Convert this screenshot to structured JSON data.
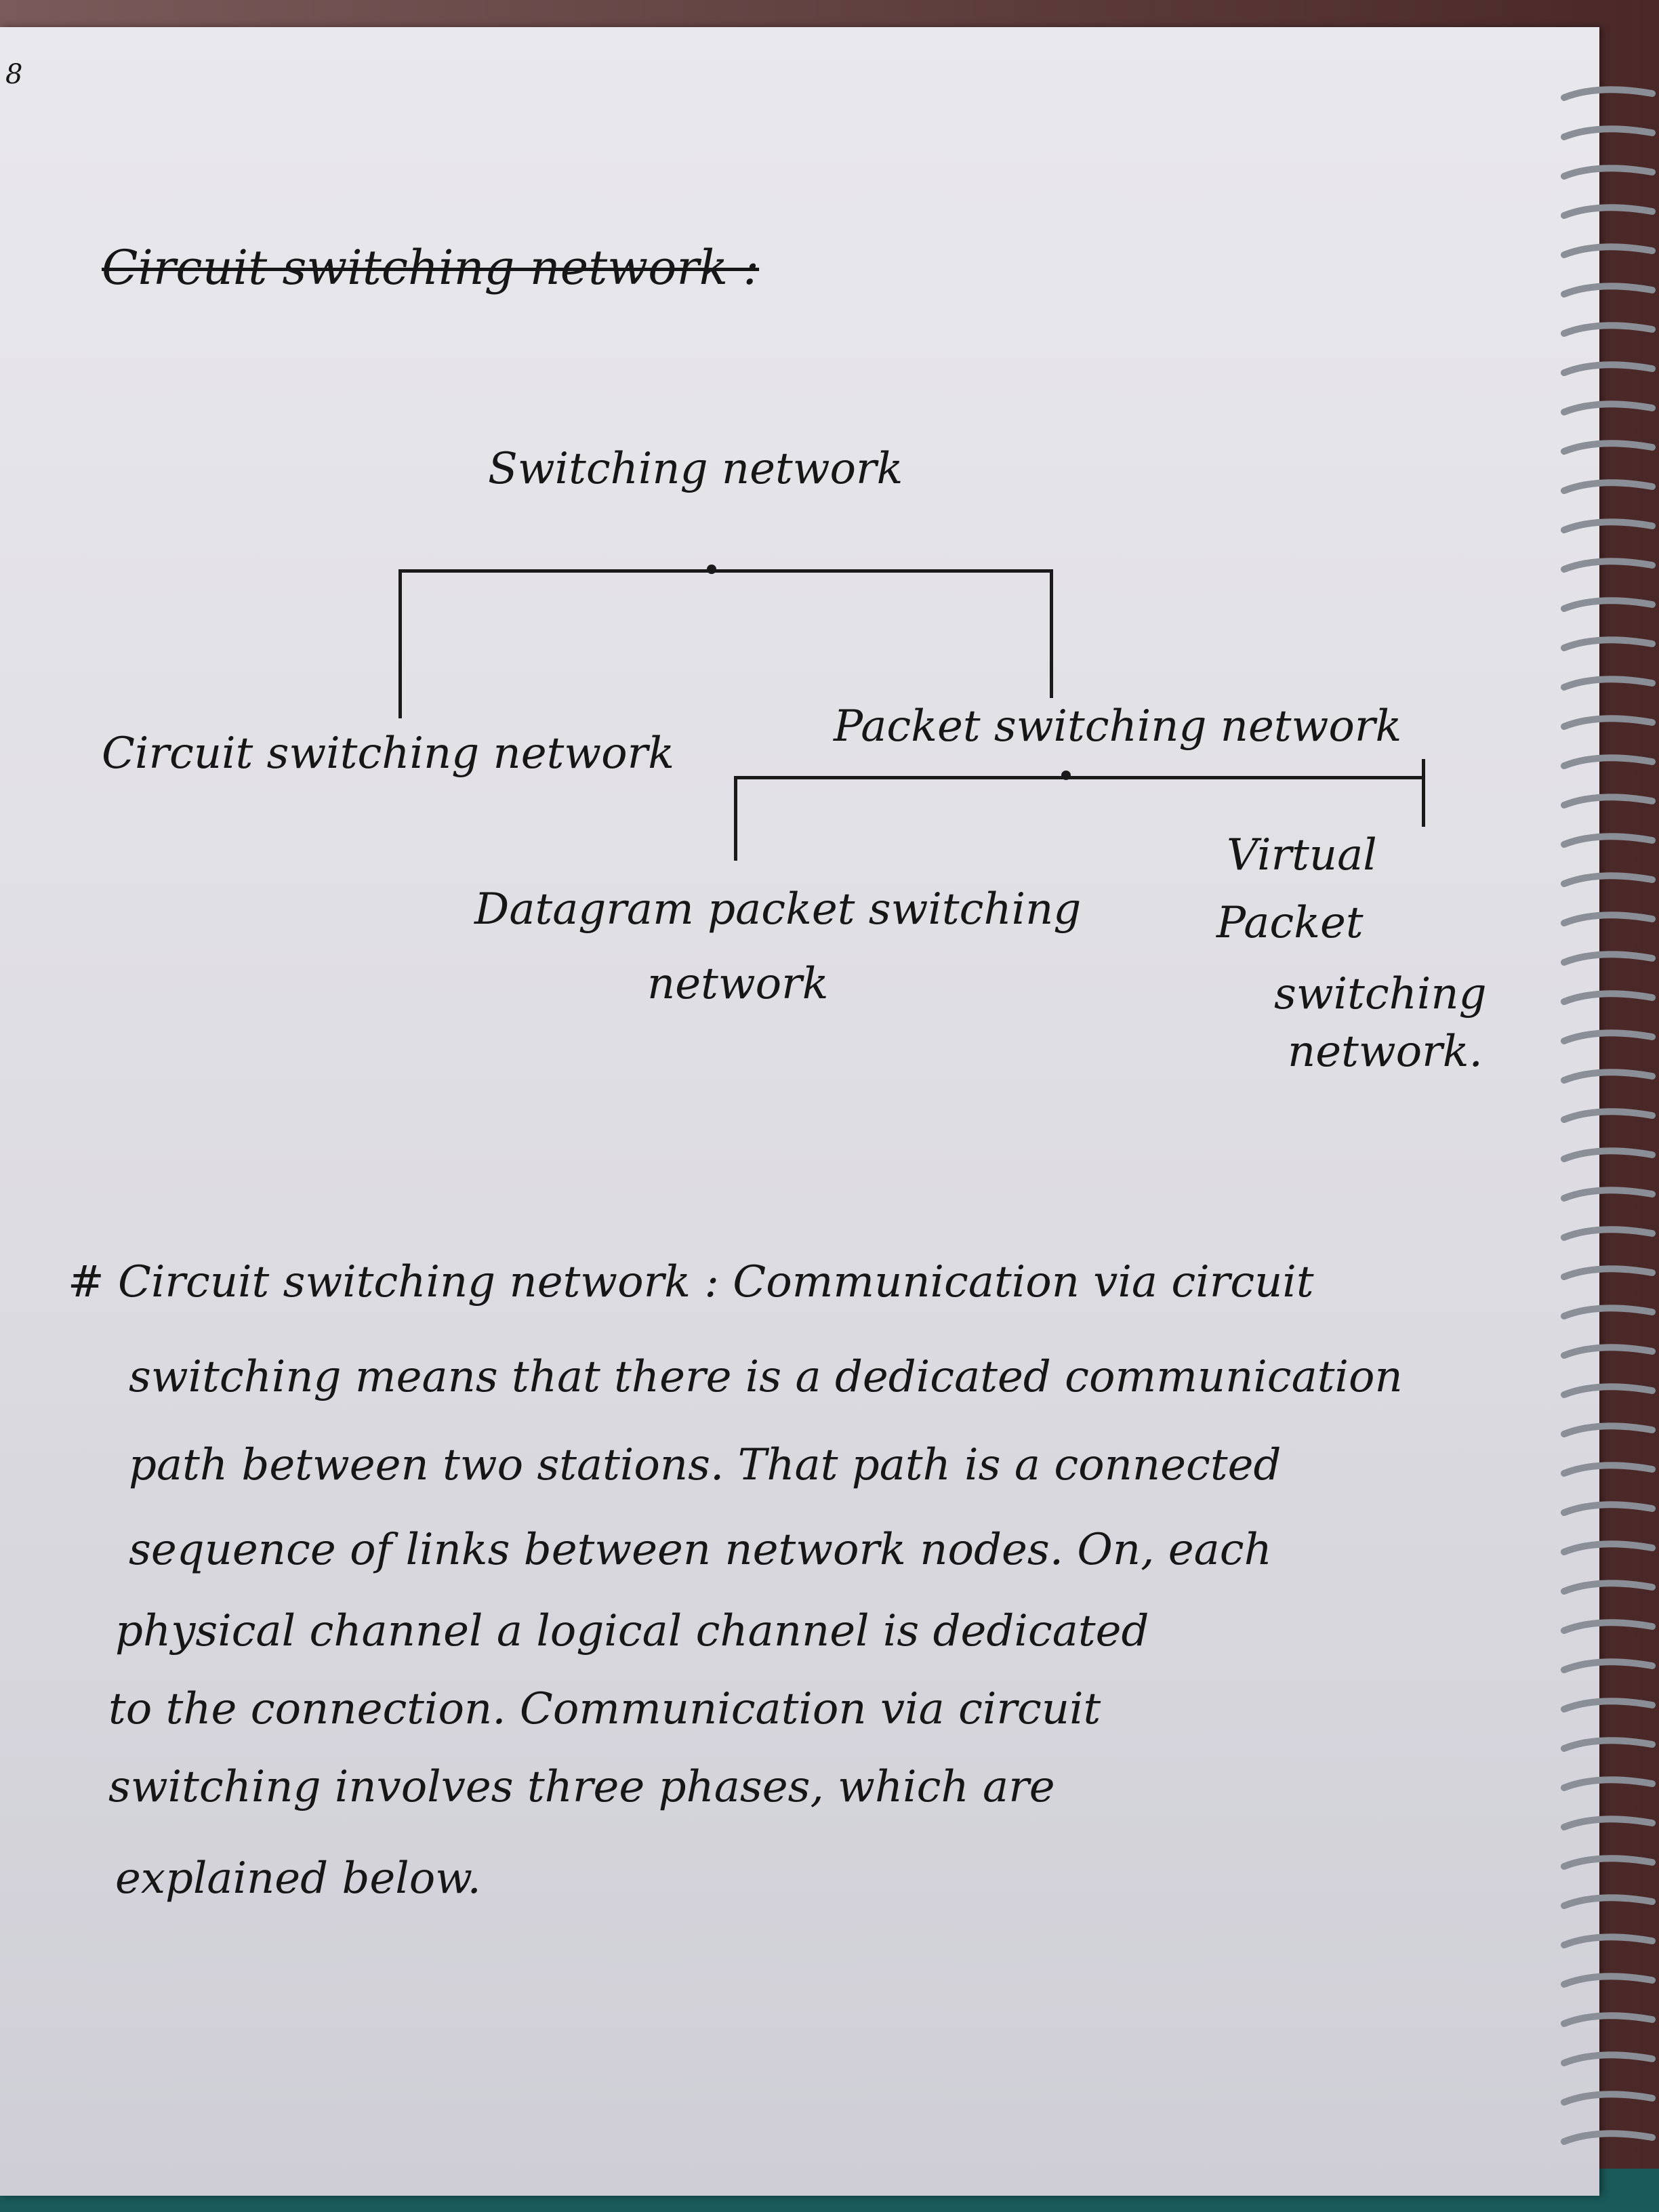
{
  "page": {
    "number": "8",
    "heading": "Circuit switching network :",
    "diagram": {
      "root": "Switching network",
      "left_child": "Circuit switching network",
      "right_child": "Packet switching network",
      "packet_children": {
        "left_line1": "Datagram packet switching",
        "left_line2": "network",
        "right_line1": "Virtual",
        "right_line2": "Packet",
        "right_line3": "switching",
        "right_line4": "network."
      }
    },
    "paragraph_lines": [
      "# Circuit switching network : Communication via circuit",
      "switching means that there is a dedicated communication",
      "path between two stations. That path is a connected",
      "sequence of links between network nodes. On, each",
      "physical channel a logical channel is dedicated",
      "to the connection. Communication via circuit",
      "switching involves three phases, which are",
      "explained below."
    ]
  },
  "colors": {
    "ink": "#161616",
    "paper": "#e3e2e8",
    "spiral": "#8a8e96"
  }
}
